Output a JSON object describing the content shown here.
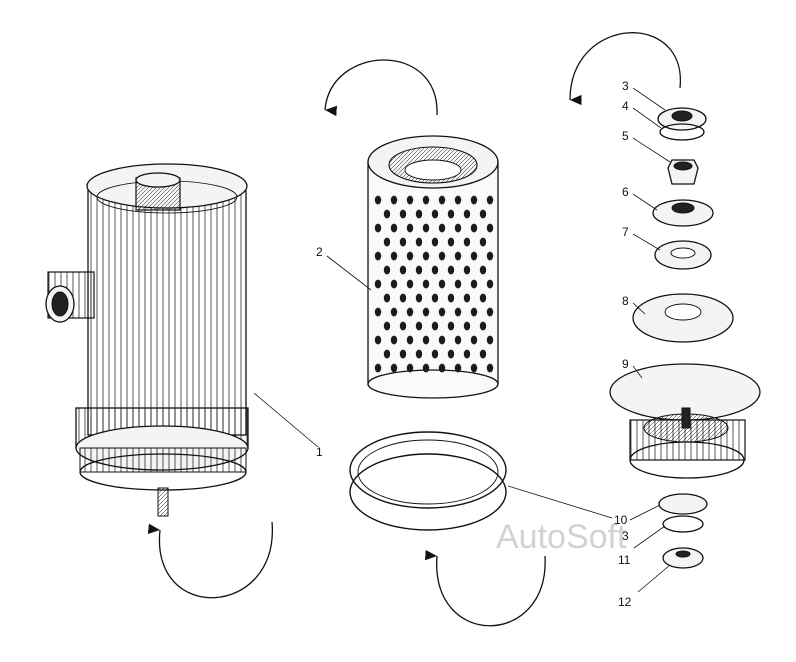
{
  "watermark": "AutoSoft",
  "callouts": [
    {
      "id": "1",
      "text": "1"
    },
    {
      "id": "2",
      "text": "2"
    },
    {
      "id": "3a",
      "text": "3"
    },
    {
      "id": "4",
      "text": "4"
    },
    {
      "id": "5",
      "text": "5"
    },
    {
      "id": "6",
      "text": "6"
    },
    {
      "id": "7",
      "text": "7"
    },
    {
      "id": "8",
      "text": "8"
    },
    {
      "id": "9",
      "text": "9"
    },
    {
      "id": "10",
      "text": "10"
    },
    {
      "id": "3b",
      "text": "3"
    },
    {
      "id": "11",
      "text": "11"
    },
    {
      "id": "12",
      "text": "12"
    }
  ],
  "parts": [
    {
      "name": "air-cleaner-housing",
      "callout": "1"
    },
    {
      "name": "filter-element",
      "callout": "2"
    },
    {
      "name": "washer",
      "callout": "3"
    },
    {
      "name": "seal-washer",
      "callout": "4"
    },
    {
      "name": "nut",
      "callout": "5"
    },
    {
      "name": "washer",
      "callout": "6"
    },
    {
      "name": "seal",
      "callout": "7"
    },
    {
      "name": "cover-plate",
      "callout": "8"
    },
    {
      "name": "dust-cup",
      "callout": "9"
    },
    {
      "name": "gasket-ring",
      "callout": "10"
    },
    {
      "name": "seal",
      "callout": "11"
    },
    {
      "name": "wing-nut",
      "callout": "12"
    }
  ]
}
